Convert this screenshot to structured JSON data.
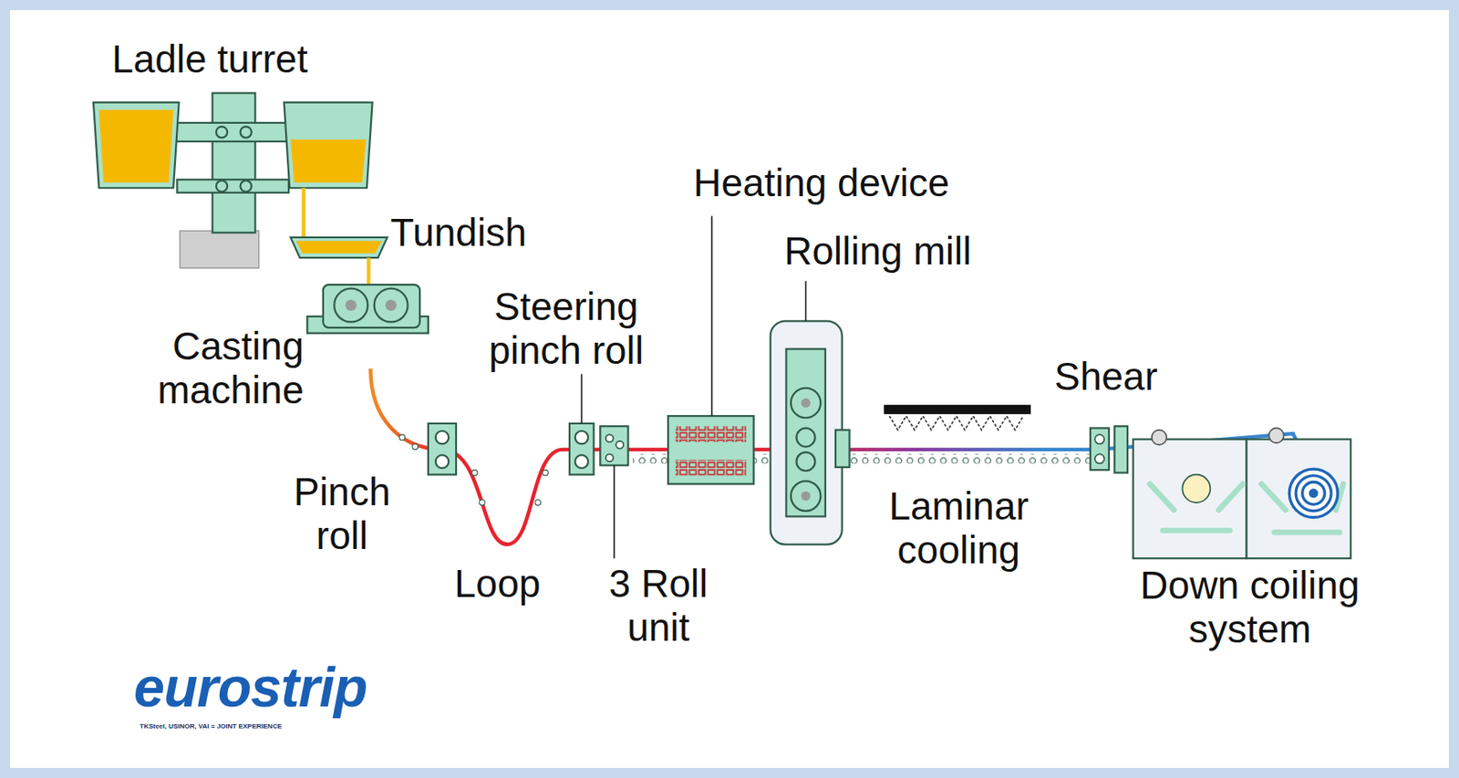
{
  "diagram": {
    "labels": [
      "Ladle turret",
      "Tundish",
      "Casting machine",
      "Steering pinch roll",
      "Heating device",
      "Rolling mill",
      "Shear",
      "Pinch roll",
      "Loop",
      "3 Roll unit",
      "Laminar cooling",
      "Down coiling system",
      "eurostrip",
      "TKSteel, USINOR, VAI = JOINT EXPERIENCE"
    ]
  }
}
